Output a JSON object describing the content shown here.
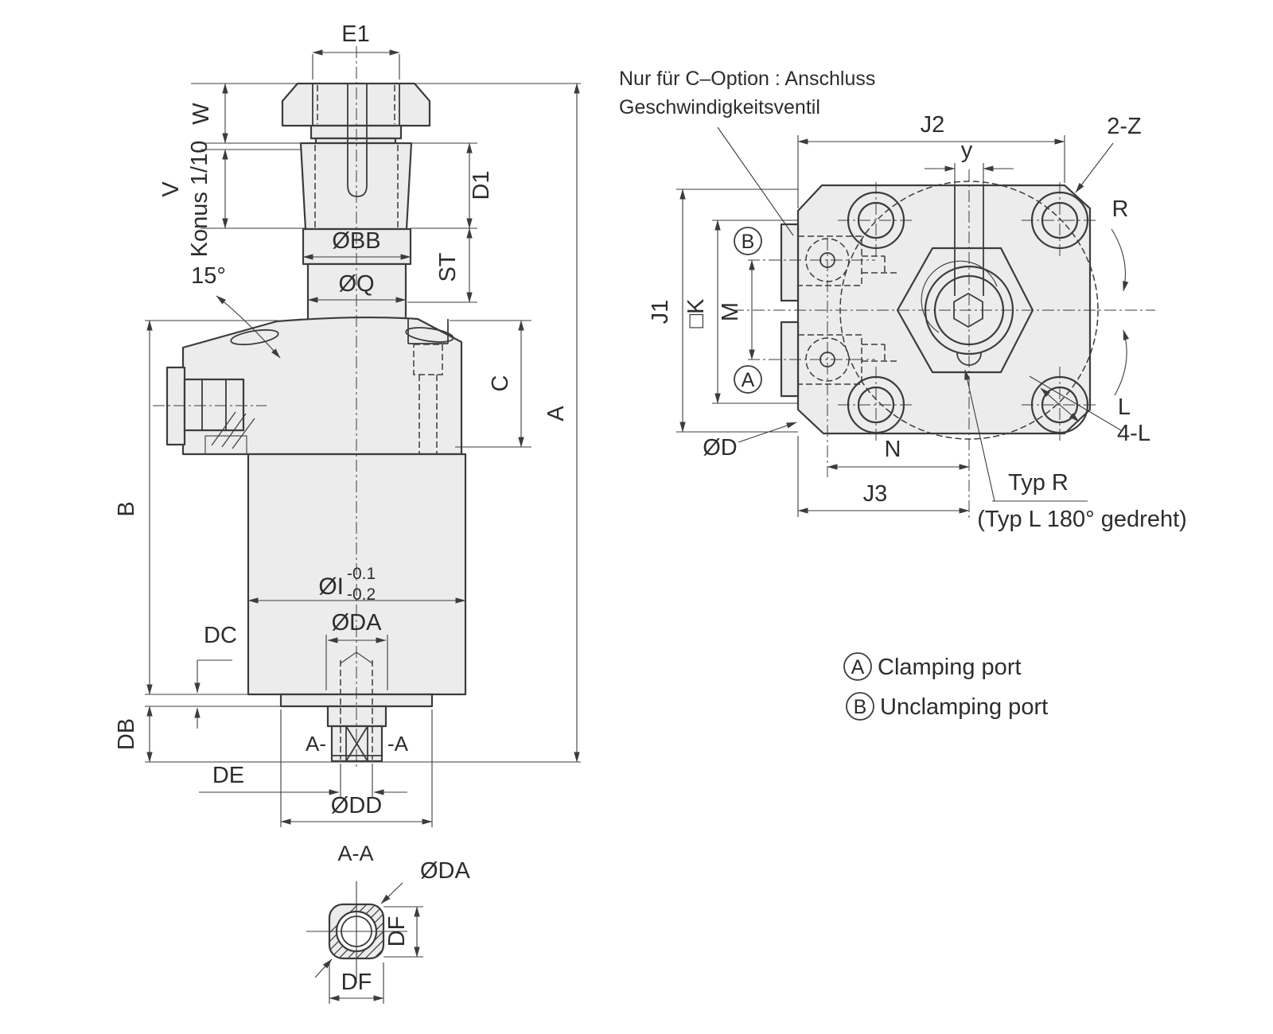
{
  "note": {
    "line1": "Nur für C–Option : Anschluss",
    "line2": "Geschwindigkeitsventil"
  },
  "side_view": {
    "e1": "E1",
    "w": "W",
    "v": "V",
    "konus": "Konus 1/10",
    "d1": "D1",
    "st": "ST",
    "bb": "ØBB",
    "q": "ØQ",
    "angle": "15°",
    "c": "C",
    "a": "A",
    "b": "B",
    "i": "ØI",
    "i_tol_up": "-0.1",
    "i_tol_low": "-0.2",
    "da": "ØDA",
    "dc": "DC",
    "db": "DB",
    "de": "DE",
    "dd": "ØDD",
    "sec_left": "A-",
    "sec_right": "-A"
  },
  "section_view": {
    "title": "A-A",
    "da": "ØDA",
    "df_vertical": "DF",
    "df_horizontal": "DF"
  },
  "top_view": {
    "j2": "J2",
    "y": "y",
    "z": "2-Z",
    "r": "R",
    "l": "L",
    "l4": "4-L",
    "j1": "J1",
    "k": "□K",
    "m": "M",
    "d": "ØD",
    "n": "N",
    "j3": "J3",
    "port_a": "A",
    "port_b": "B",
    "typ_line1": "Typ R",
    "typ_line2": "(Typ L 180° gedreht)"
  },
  "legend": {
    "a_symbol": "A",
    "a_text": "Clamping port",
    "b_symbol": "B",
    "b_text": "Unclamping port"
  },
  "colors": {
    "line": "#3c3c3c",
    "fill": "#ececec",
    "text": "#2d2d2d",
    "background": "#ffffff"
  }
}
